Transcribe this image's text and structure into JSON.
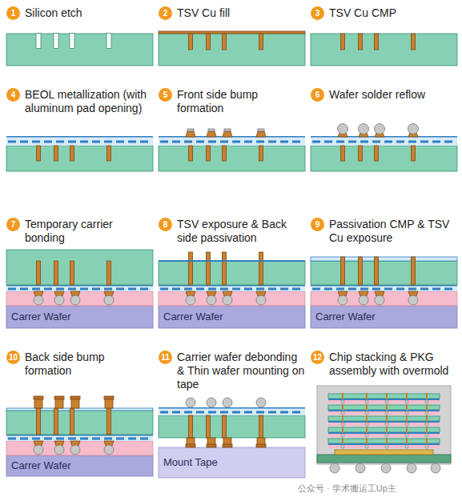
{
  "diagram": {
    "nodes": [
      {
        "text": [
          "1",
          "Silicon etch"
        ]
      },
      {
        "text": [
          "2",
          "TSV Cu fill"
        ]
      },
      {
        "text": [
          "3",
          "TSV Cu CMP"
        ]
      },
      {
        "text": [
          "4",
          "BEOL metallization (with aluminum pad opening)"
        ]
      },
      {
        "text": [
          "5",
          "Front side bump formation"
        ]
      },
      {
        "text": [
          "6",
          "Wafer solder reflow"
        ]
      },
      {
        "text": [
          "7",
          "Temporary carrier bonding"
        ]
      },
      {
        "text": [
          "8",
          "TSV exposure & Back side passivation"
        ]
      },
      {
        "text": [
          "9",
          "Passivation CMP & TSV Cu exposure"
        ]
      },
      {
        "text": [
          "Carrer Wafer"
        ]
      },
      {
        "text": [
          "Carrer Wafer"
        ]
      },
      {
        "text": [
          "Carrer Wafer"
        ]
      },
      {
        "text": [
          "10",
          "Back side bump formation"
        ]
      },
      {
        "text": [
          "11",
          "Carrier wafer debonding & Thin wafer mounting on tape"
        ]
      },
      {
        "text": [
          "12",
          "Chip stacking & PKG assembly with overmold"
        ]
      },
      {
        "text": [
          "Carrer Wafer"
        ]
      },
      {
        "text": [
          "Mount Tape"
        ]
      }
    ],
    "labels": [
      "公众号 · 学术搬运工Up主"
    ]
  }
}
